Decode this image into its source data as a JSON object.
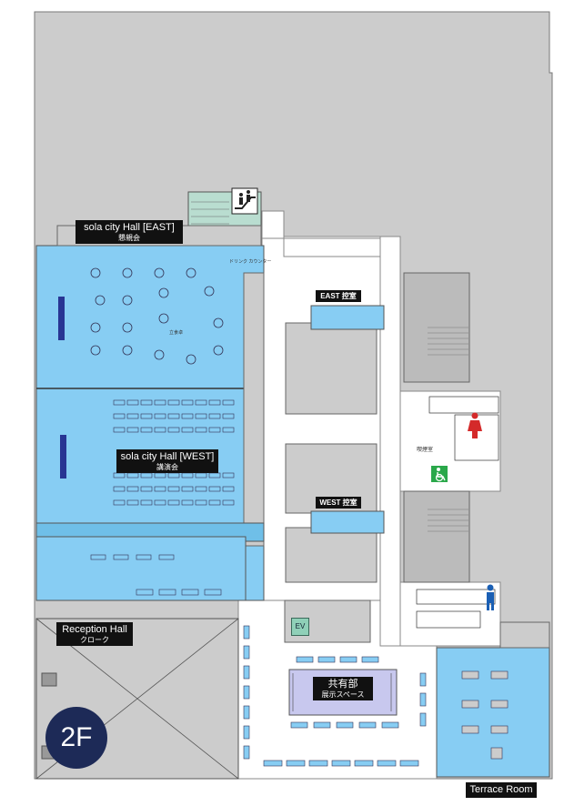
{
  "floor": {
    "label": "2F",
    "color": "#1d2a57"
  },
  "labels": {
    "hall_east": {
      "main": "sola city Hall [EAST]",
      "sub": "懇親会"
    },
    "hall_west": {
      "main": "sola city Hall [WEST]",
      "sub": "講演会"
    },
    "east_room": {
      "main": "EAST 控室"
    },
    "west_room": {
      "main": "WEST 控室"
    },
    "reception": {
      "main": "Reception Hall",
      "sub": "クローク"
    },
    "common": {
      "main": "共有部",
      "sub": "展示スペース"
    },
    "terrace": {
      "main": "Terrace Room"
    },
    "elevator": "EV",
    "drink_counter": "ドリンク カウンター",
    "bar_table": "立食卓",
    "smoking_room": "喫煙室"
  },
  "icons": [
    "escalator-icon",
    "restroom-female-icon",
    "restroom-male-icon",
    "wheelchair-icon"
  ],
  "colors": {
    "event_area": "#87cdf3",
    "building": "#cccccc",
    "lobby": "#ffffff",
    "text_tag": "#111111",
    "exhibit": "#c8c8ee",
    "accessible": "#2aa84a",
    "female": "#d42a2a",
    "male": "#1a5fb4"
  }
}
